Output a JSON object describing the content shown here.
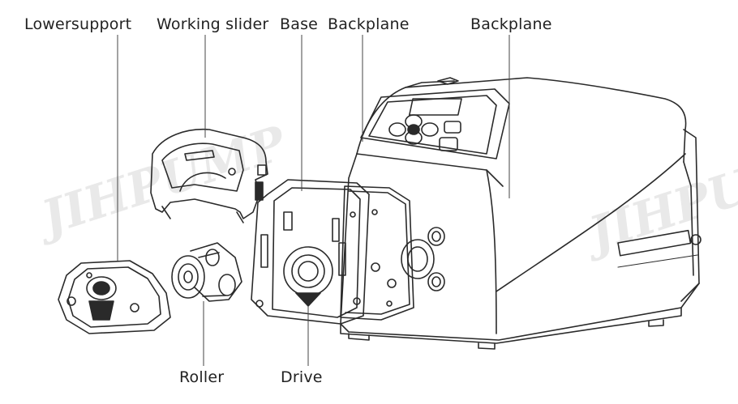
{
  "labels": {
    "lower_support": "Lowersupport",
    "working_slider": "Working slider",
    "base": "Base",
    "backplane_1": "Backplane",
    "backplane_2": "Backplane",
    "roller": "Roller",
    "drive": "Drive"
  },
  "watermark": "JIHPUMP",
  "brand_logo": "JIHPUMP",
  "colors": {
    "line": "#2a2a2a",
    "watermark": "#e9e9e9"
  }
}
